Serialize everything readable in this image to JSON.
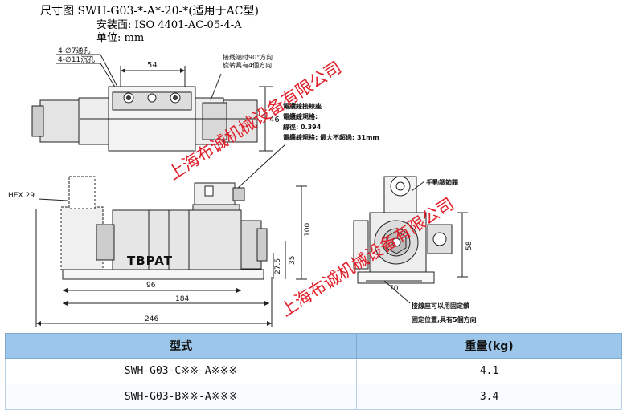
{
  "header": {
    "title": "尺寸图 SWH-G03-*-A*-20-*(适用于AC型)",
    "install": "安装面: ISO 4401-AC-05-4-A",
    "unit": "单位: mm"
  },
  "drawing": {
    "top_view": {
      "hole_note_1": "4-∅7通孔",
      "hole_note_2": "4-∅11沉孔",
      "dim_54": "54",
      "dim_46": "46",
      "note_rotate_1": "接线端时90°方向",
      "note_rotate_2": "旋转具有4個方向"
    },
    "cable_notes": {
      "l1": "電纜線接線座",
      "l2": "電纜線規格:",
      "l3": "線徑: 0.394",
      "l4": "電纜線規格: 最大不超過: 31mm"
    },
    "front_view": {
      "hex": "HEX.29",
      "brand": "TBPAT",
      "dim_96": "96",
      "dim_184": "184",
      "dim_246": "246",
      "dim_100": "100",
      "dim_35": "35",
      "dim_275": "27.5"
    },
    "side_view": {
      "manual_note": "手動調節閥",
      "dim_58": "58",
      "dim_70": "70",
      "fix_note_1": "接線座可以用固定鎖",
      "fix_note_2": "固定位置,具有5個方向"
    },
    "watermark": "上海布诚机械设备有限公司"
  },
  "spec_table": {
    "headers": [
      "型式",
      "重量(kg)"
    ],
    "rows": [
      [
        "SWH-G03-C※※-A※※※",
        "4.1"
      ],
      [
        "SWH-G03-B※※-A※※※",
        "3.4"
      ]
    ]
  },
  "colors": {
    "header_bg": "#9cc6ea",
    "watermark": "#e0202a"
  }
}
